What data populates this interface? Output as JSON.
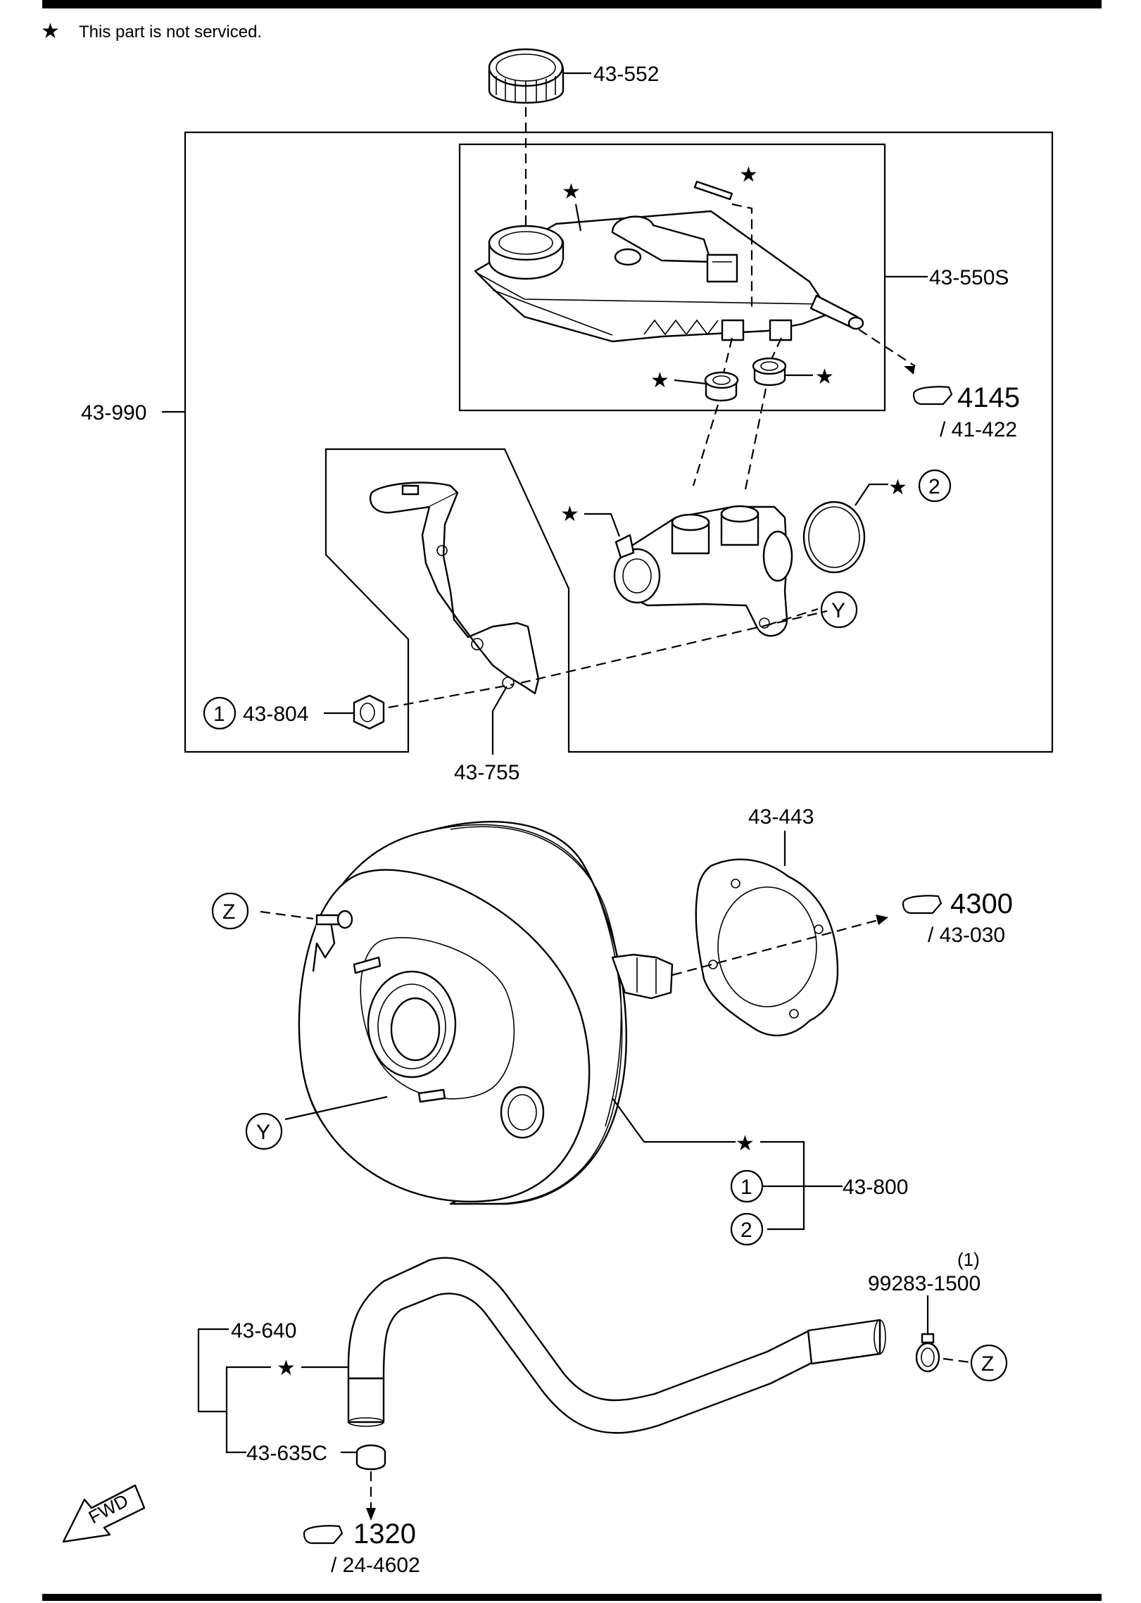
{
  "note": {
    "star": "★",
    "text": "This part is not serviced."
  },
  "parts": {
    "cap": "43-552",
    "reservoir": "43-550S",
    "master_cylinder_assy": "43-990",
    "nut": "43-804",
    "bracket": "43-755",
    "gasket": "43-443",
    "booster": "43-800",
    "hose_assy": "43-640",
    "hose": "43-635C",
    "clip_part": "99283-1500",
    "clip_qty": "(1)"
  },
  "references": [
    {
      "group": "4145",
      "sub": "/ 41-422"
    },
    {
      "group": "4300",
      "sub": "/ 43-030"
    },
    {
      "group": "1320",
      "sub": "/ 24-4602"
    }
  ],
  "callouts": {
    "one": "1",
    "two": "2",
    "y": "Y",
    "z": "Z"
  },
  "star": "★",
  "fwd": "FWD",
  "icons": [
    "hand-pointer-icon",
    "star-icon",
    "fwd-arrow-icon"
  ]
}
